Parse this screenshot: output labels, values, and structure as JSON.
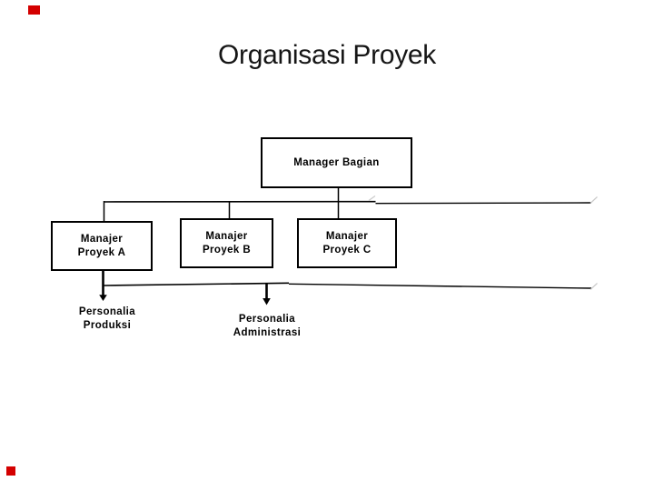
{
  "slide": {
    "title": "Organisasi Proyek",
    "background_color": "#ffffff",
    "text_color": "#000000",
    "corner_marker_color": "#d40000"
  },
  "org_chart": {
    "type": "org-tree",
    "root": {
      "label": "Manager Bagian"
    },
    "managers": [
      {
        "line1": "Manajer",
        "line2": "Proyek A"
      },
      {
        "line1": "Manajer",
        "line2": "Proyek B"
      },
      {
        "line1": "Manajer",
        "line2": "Proyek C"
      }
    ],
    "personnel": [
      {
        "line1": "Personalia",
        "line2": "Produksi"
      },
      {
        "line1": "Personalia",
        "line2": "Administrasi"
      }
    ]
  }
}
